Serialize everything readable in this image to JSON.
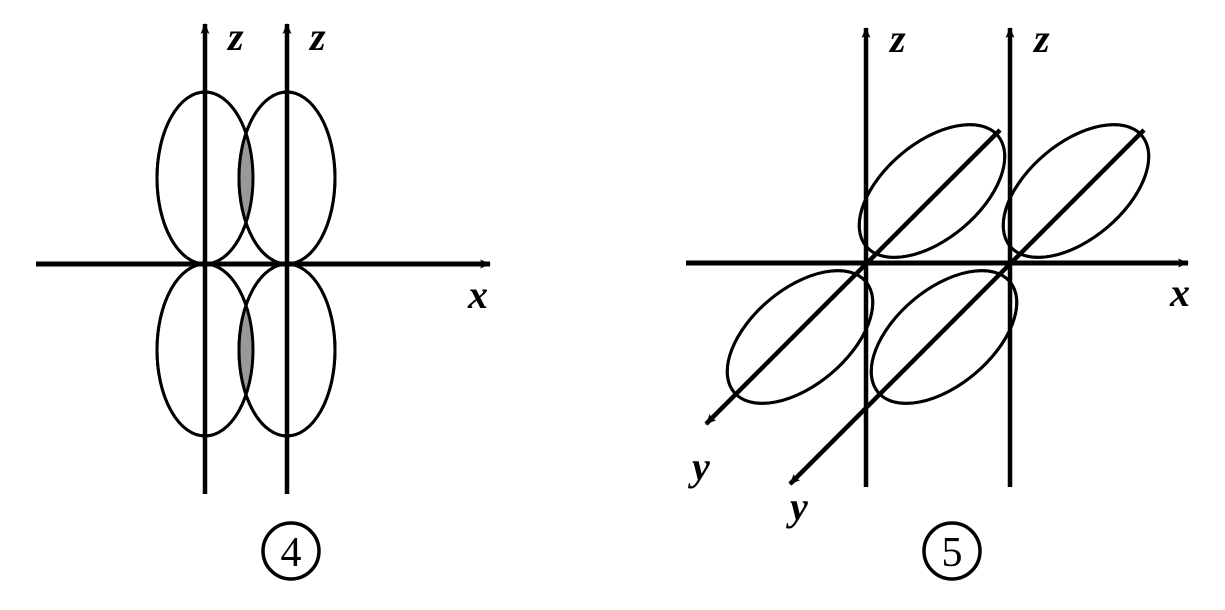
{
  "page": {
    "title": "Orbital overlap diagrams 4 and 5",
    "background_color": "#ffffff",
    "stroke_color": "#000000",
    "overlap_fill_color": "#999999",
    "lobe_fill_color": "#ffffff"
  },
  "figures": [
    {
      "id": "figure-4",
      "number_label": "4",
      "description": "Two p-orbital pairs aligned along vertical z axes overlapping side by side",
      "axes": [
        {
          "name": "x-axis",
          "label": "x",
          "orientation": "horizontal",
          "arrow": "right"
        },
        {
          "name": "z-axis-left",
          "label": "z",
          "orientation": "vertical",
          "arrow": "up"
        },
        {
          "name": "z-axis-right",
          "label": "z",
          "orientation": "vertical",
          "arrow": "up"
        }
      ],
      "axis_labels": {
        "x": "x",
        "z_left": "z",
        "z_right": "z"
      },
      "orbital_lobes": 4,
      "overlap_regions": 2,
      "overlap_orientation": "vertical-lens",
      "lobe_rotation_deg": 0
    },
    {
      "id": "figure-5",
      "number_label": "5",
      "description": "Two p-orbital pairs tilted 45 degrees along diagonal y axes overlapping side by side",
      "axes": [
        {
          "name": "x-axis",
          "label": "x",
          "orientation": "horizontal",
          "arrow": "right"
        },
        {
          "name": "z-axis-left",
          "label": "z",
          "orientation": "vertical",
          "arrow": "up"
        },
        {
          "name": "z-axis-right",
          "label": "z",
          "orientation": "vertical",
          "arrow": "up"
        },
        {
          "name": "y-axis-left",
          "label": "y",
          "orientation": "diagonal",
          "arrow": "down-left"
        },
        {
          "name": "y-axis-right",
          "label": "y",
          "orientation": "diagonal",
          "arrow": "down-left"
        }
      ],
      "axis_labels": {
        "x": "x",
        "z_left": "z",
        "z_right": "z",
        "y_left": "y",
        "y_right": "y"
      },
      "orbital_lobes": 4,
      "overlap_regions": 2,
      "overlap_orientation": "diagonal-lens",
      "lobe_rotation_deg": 45
    }
  ]
}
